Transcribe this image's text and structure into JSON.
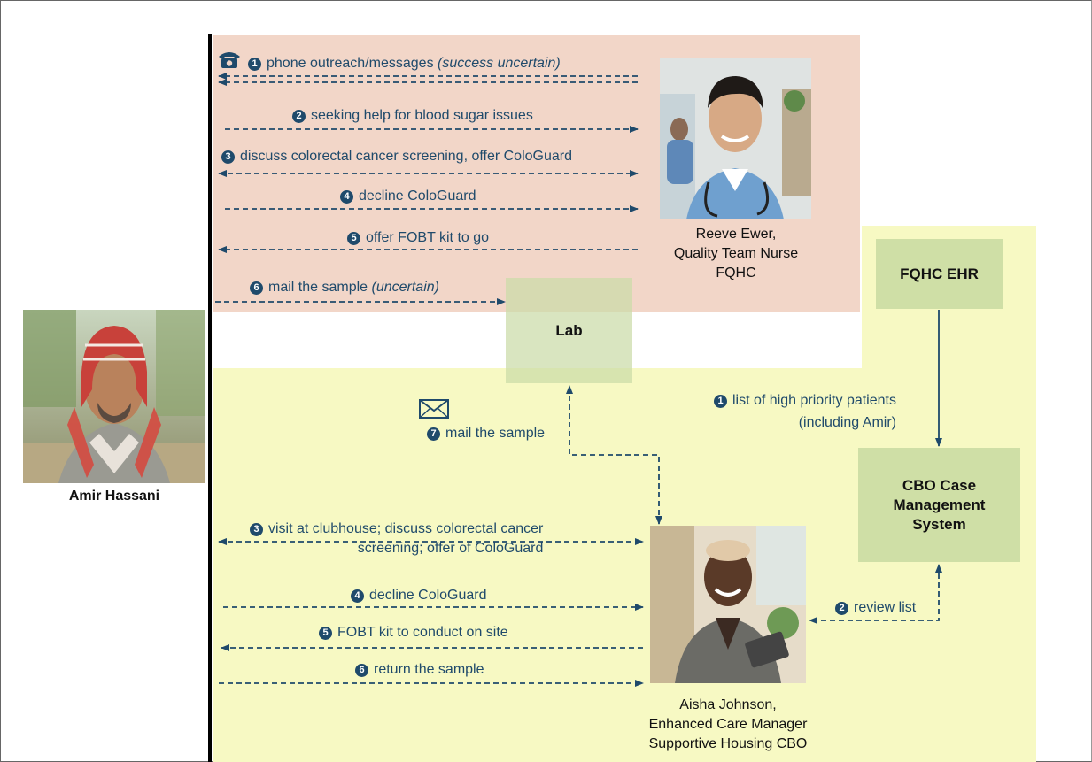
{
  "patient": {
    "name": "Amir Hassani"
  },
  "nurse": {
    "line1": "Reeve Ewer,",
    "line2": "Quality Team Nurse",
    "line3": "FQHC"
  },
  "manager": {
    "line1": "Aisha Johnson,",
    "line2": "Enhanced Care Manager",
    "line3": "Supportive Housing CBO"
  },
  "boxes": {
    "lab": "Lab",
    "ehr": "FQHC EHR",
    "cbo_line1": "CBO Case",
    "cbo_line2": "Management",
    "cbo_line3": "System"
  },
  "fqhc_steps": {
    "s1_num": "1",
    "s1_text": "phone outreach/messages ",
    "s1_note": "(success uncertain)",
    "s2_num": "2",
    "s2_text": "seeking help for blood sugar issues",
    "s3_num": "3",
    "s3_text": "discuss colorectal cancer screening, offer ColoGuard",
    "s4_num": "4",
    "s4_text": "decline ColoGuard",
    "s5_num": "5",
    "s5_text": "offer FOBT kit to go",
    "s6_num": "6",
    "s6_text": "mail the sample ",
    "s6_note": "(uncertain)"
  },
  "cbo_steps": {
    "s7_num": "7",
    "s7_text": "mail the sample",
    "s3_num": "3",
    "s3_line1": "visit at clubhouse; discuss colorectal cancer",
    "s3_line2": "screening; offer of ColoGuard",
    "s4_num": "4",
    "s4_text": "decline ColoGuard",
    "s5_num": "5",
    "s5_text": "FOBT kit to conduct on site",
    "s6_num": "6",
    "s6_text": "return the sample"
  },
  "system_steps": {
    "s1_num": "1",
    "s1_line1": "list of high priority patients",
    "s1_line2": "(including Amir)",
    "s2_num": "2",
    "s2_text": "review list"
  },
  "icons": {
    "phone": "phone-icon",
    "envelope": "envelope-icon"
  },
  "colors": {
    "fqhc_band": "#f2d6c8",
    "cbo_band": "#f7f9c3",
    "box": "#cfdfa6",
    "arrow": "#1f4a6b"
  }
}
